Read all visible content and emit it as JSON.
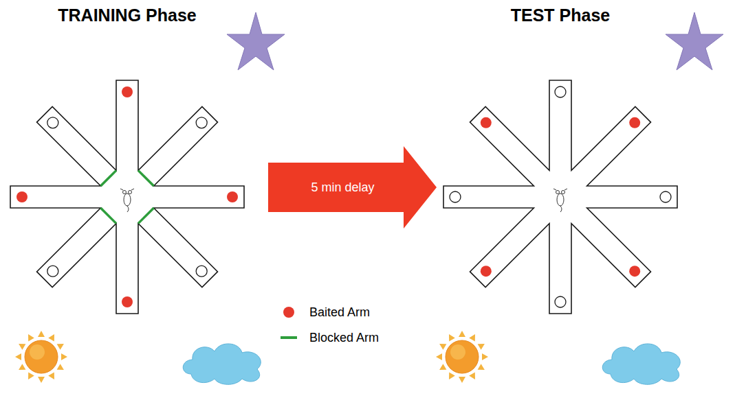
{
  "diagram": {
    "nodes": [
      {
        "text": [
          "5 min delay"
        ]
      }
    ],
    "labels": [
      "TRAINING Phase",
      "TEST Phase"
    ],
    "legend": [
      {
        "text": "Baited Arm",
        "color": "#e5392d"
      },
      {
        "text": "Blocked Arm"
      }
    ]
  }
}
